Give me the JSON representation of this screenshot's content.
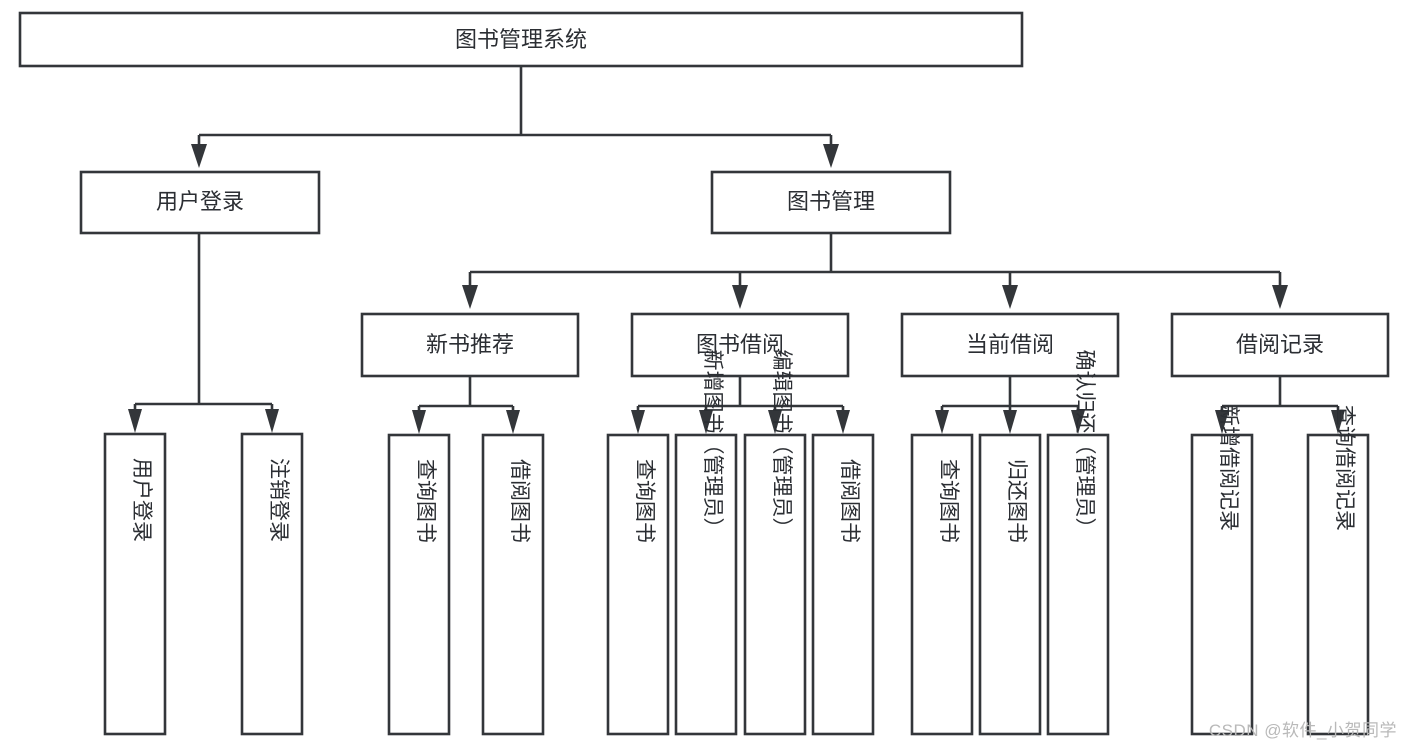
{
  "diagram": {
    "type": "tree-hierarchy",
    "title": "图书管理系统",
    "watermark": "CSDN @软件_小贺同学",
    "colors": {
      "stroke": "#33363a",
      "node_fill": "#ffffff",
      "text": "#2b2e33",
      "background": "#ffffff",
      "watermark": "#b9b9b9"
    },
    "root": {
      "id": "root",
      "label": "图书管理系统",
      "orientation": "horizontal"
    },
    "level2": [
      {
        "id": "user-login",
        "label": "用户登录",
        "orientation": "horizontal"
      },
      {
        "id": "book-manage",
        "label": "图书管理",
        "orientation": "horizontal"
      }
    ],
    "level3": [
      {
        "id": "new-book-recommend",
        "label": "新书推荐",
        "orientation": "horizontal",
        "parent": "book-manage"
      },
      {
        "id": "book-borrow",
        "label": "图书借阅",
        "orientation": "horizontal",
        "parent": "book-manage"
      },
      {
        "id": "current-borrow",
        "label": "当前借阅",
        "orientation": "horizontal",
        "parent": "book-manage"
      },
      {
        "id": "borrow-record",
        "label": "借阅记录",
        "orientation": "horizontal",
        "parent": "book-manage"
      }
    ],
    "leaves": [
      {
        "id": "leaf-user-login",
        "label": "用户登录",
        "parent": "user-login",
        "orientation": "vertical"
      },
      {
        "id": "leaf-logout-login",
        "label": "注销登录",
        "parent": "user-login",
        "orientation": "vertical"
      },
      {
        "id": "leaf-query-book-1",
        "label": "查询图书",
        "parent": "new-book-recommend",
        "orientation": "vertical"
      },
      {
        "id": "leaf-borrow-book-1",
        "label": "借阅图书",
        "parent": "new-book-recommend",
        "orientation": "vertical"
      },
      {
        "id": "leaf-query-book-2",
        "label": "查询图书",
        "parent": "book-borrow",
        "orientation": "vertical"
      },
      {
        "id": "leaf-add-book",
        "label": "新增图书（管理员）",
        "parent": "book-borrow",
        "orientation": "vertical"
      },
      {
        "id": "leaf-edit-book",
        "label": "编辑图书（管理员）",
        "parent": "book-borrow",
        "orientation": "vertical"
      },
      {
        "id": "leaf-borrow-book-2",
        "label": "借阅图书",
        "parent": "book-borrow",
        "orientation": "vertical"
      },
      {
        "id": "leaf-query-book-3",
        "label": "查询图书",
        "parent": "current-borrow",
        "orientation": "vertical"
      },
      {
        "id": "leaf-return-book",
        "label": "归还图书",
        "parent": "current-borrow",
        "orientation": "vertical"
      },
      {
        "id": "leaf-confirm-return",
        "label": "确认归还（管理员）",
        "parent": "current-borrow",
        "orientation": "vertical"
      },
      {
        "id": "leaf-add-record",
        "label": "新增借阅记录",
        "parent": "borrow-record",
        "orientation": "vertical"
      },
      {
        "id": "leaf-query-record",
        "label": "查询借阅记录",
        "parent": "borrow-record",
        "orientation": "vertical"
      }
    ]
  }
}
